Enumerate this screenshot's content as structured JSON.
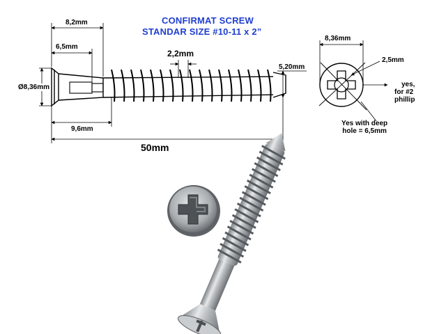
{
  "title": {
    "line1": "CONFIRMAT SCREW",
    "line2": "STANDAR SIZE #10-11 x 2”"
  },
  "dimensions": {
    "head_length": "8,2mm",
    "shank_length": "6,5mm",
    "thread_pitch": "2,2mm",
    "head_diameter": "Ø8,36mm",
    "tip_diameter": "5,20mm",
    "body_length": "9,6mm",
    "total_length": "50mm",
    "end_view_diameter": "8,36mm",
    "recess_size": "2,5mm"
  },
  "notes": {
    "phillips_line1": "yes,",
    "phillips_line2": "for #2",
    "phillips_line3": "phillip",
    "deep_hole_line1": "Yes with deep",
    "deep_hole_line2": "hole = 6,5mm"
  }
}
